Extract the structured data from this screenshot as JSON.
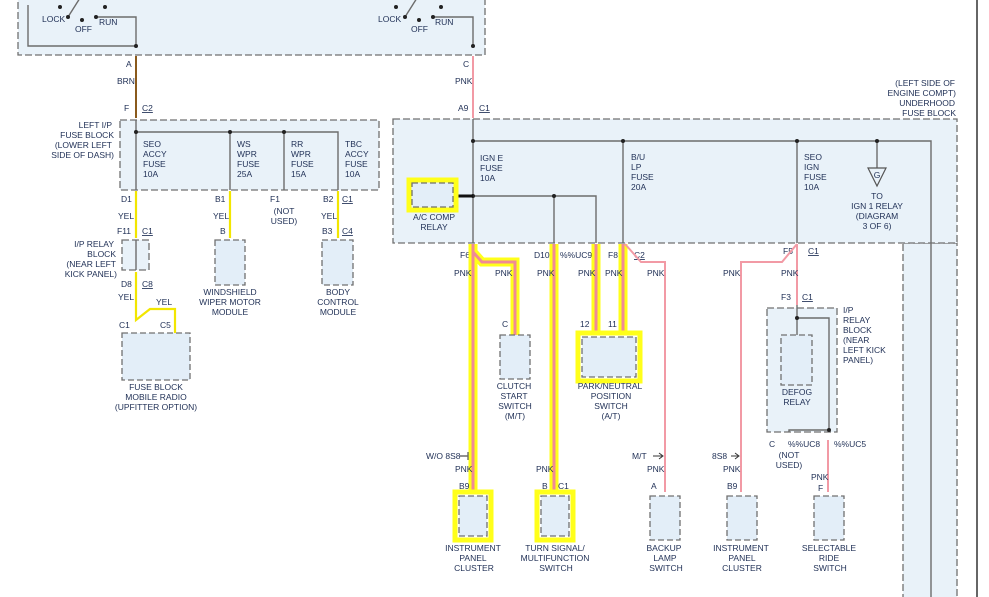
{
  "colors": {
    "pnk": "#f29aa5",
    "yel": "#f2e600",
    "brn": "#8a5a1c",
    "highlight": "#ffff1a",
    "block_fill": "#e3eef8"
  },
  "ignition_switch": {
    "lock": "LOCK",
    "off": "OFF",
    "run": "RUN",
    "pin_a": "A",
    "pin_c": "C"
  },
  "wires": {
    "brn": "BRN",
    "pnk": "PNK",
    "yel": "YEL"
  },
  "left_fuse_block": {
    "label": [
      "LEFT I/P",
      "FUSE BLOCK",
      "(LOWER LEFT",
      "SIDE OF DASH)"
    ],
    "in_pin": "F",
    "in_conn": "C2",
    "fuses": [
      {
        "name": [
          "SEO",
          "ACCY",
          "FUSE",
          "10A"
        ],
        "pin": "D1"
      },
      {
        "name": [
          "WS",
          "WPR",
          "FUSE",
          "25A"
        ],
        "pin": "B1"
      },
      {
        "name": [
          "RR",
          "WPR",
          "FUSE",
          "15A"
        ],
        "pin": "F1"
      },
      {
        "name": [
          "TBC",
          "ACCY",
          "FUSE",
          "10A"
        ],
        "pin": "B2",
        "conn": "C1"
      }
    ],
    "not_used": [
      "(NOT",
      "USED)"
    ]
  },
  "ip_relay_block_left": {
    "label": [
      "I/P RELAY",
      "BLOCK",
      "(NEAR LEFT",
      "KICK PANEL)"
    ],
    "in_pin": "F11",
    "in_conn": "C1",
    "out_pin": "D8",
    "out_conn": "C8"
  },
  "fuse_block_radio": {
    "pin1": "C1",
    "pin2": "C5",
    "label": [
      "FUSE BLOCK",
      "MOBILE RADIO",
      "(UPFITTER OPTION)"
    ]
  },
  "wiper_module": {
    "pin": "B",
    "label": [
      "WINDSHIELD",
      "WIPER MOTOR",
      "MODULE"
    ]
  },
  "bcm": {
    "pin": "B3",
    "conn": "C4",
    "label": [
      "BODY",
      "CONTROL",
      "MODULE"
    ]
  },
  "underhood_fuse_block": {
    "label": [
      "(LEFT SIDE OF",
      "ENGINE COMPT)",
      "UNDERHOOD",
      "FUSE BLOCK"
    ],
    "in_pin": "A9",
    "in_conn": "C1",
    "ign_e_fuse": [
      "IGN E",
      "FUSE",
      "10A"
    ],
    "ac_comp_relay": [
      "A/C COMP",
      "RELAY"
    ],
    "bu_lp_fuse": [
      "B/U",
      "LP",
      "FUSE",
      "20A"
    ],
    "seo_ign_fuse": [
      "SEO",
      "IGN",
      "FUSE",
      "10A"
    ],
    "ground_ref": "G",
    "to_ign_relay": [
      "TO",
      "IGN 1 RELAY",
      "(DIAGRAM",
      "3 OF 6)"
    ],
    "pins": {
      "f6": "F6",
      "d10": "D10",
      "uc9": "%%UC9",
      "f8": "F8",
      "c2": "C2",
      "f5": "F5",
      "c1": "C1"
    }
  },
  "clutch_switch": {
    "pin": "C",
    "label": [
      "CLUTCH",
      "START",
      "SWITCH",
      "(M/T)"
    ]
  },
  "park_neutral_switch": {
    "pin1": "12",
    "pin2": "11",
    "label": [
      "PARK/NEUTRAL",
      "POSITION",
      "SWITCH",
      "(A/T)"
    ]
  },
  "ip_relay_block_right": {
    "in_pin": "F3",
    "in_conn": "C1",
    "label": [
      "I/P",
      "RELAY",
      "BLOCK",
      "(NEAR",
      "LEFT KICK",
      "PANEL)"
    ],
    "defog_relay": [
      "DEFOG",
      "RELAY"
    ],
    "pin_c": "C",
    "uc8": "%%UC8",
    "uc5": "%%UC5",
    "not_used": [
      "(NOT",
      "USED)"
    ]
  },
  "options": {
    "wo_8s8": "W/O 8S8",
    "mt": "M/T",
    "8s8": "8S8"
  },
  "bottom_components": [
    {
      "pin": "B9",
      "label": [
        "INSTRUMENT",
        "PANEL",
        "CLUSTER"
      ]
    },
    {
      "pin": "B",
      "conn": "C1",
      "label": [
        "TURN SIGNAL/",
        "MULTIFUNCTION",
        "SWITCH"
      ]
    },
    {
      "pin": "A",
      "label": [
        "BACKUP",
        "LAMP",
        "SWITCH"
      ]
    },
    {
      "pin": "B9",
      "label": [
        "INSTRUMENT",
        "PANEL",
        "CLUSTER"
      ]
    },
    {
      "pin": "F",
      "label": [
        "SELECTABLE",
        "RIDE",
        "SWITCH"
      ]
    }
  ]
}
